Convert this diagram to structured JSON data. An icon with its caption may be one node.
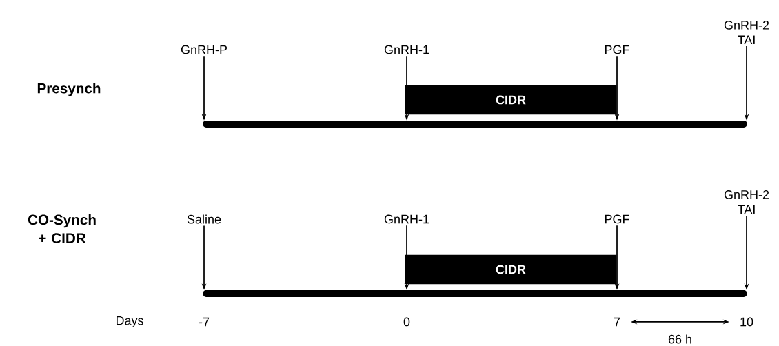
{
  "diagram": {
    "nodes": [
      {
        "text": [
          "GnRH-P"
        ]
      },
      {
        "text": [
          "GnRH-1"
        ]
      },
      {
        "text": [
          "PGF"
        ]
      },
      {
        "text": [
          "GnRH-2 TAI"
        ]
      },
      {
        "text": [
          "CIDR"
        ]
      },
      {
        "text": [],
        "shape": "bar"
      },
      {
        "text": [
          "Saline"
        ]
      },
      {
        "text": [
          "GnRH-1"
        ]
      },
      {
        "text": [
          "PGF"
        ]
      },
      {
        "text": [
          "GnRH-2 TAI"
        ]
      },
      {
        "text": [
          "CIDR"
        ]
      },
      {
        "text": [],
        "shape": "bar"
      },
      {
        "text": [
          "7"
        ]
      },
      {
        "text": [
          "10"
        ]
      }
    ],
    "edges": [
      {
        "from": 0,
        "to": 5,
        "arrow": "to"
      },
      {
        "from": 1,
        "to": 5,
        "arrow": "to"
      },
      {
        "from": 2,
        "to": 5,
        "arrow": "to"
      },
      {
        "from": 3,
        "to": 5,
        "arrow": "to"
      },
      {
        "from": 6,
        "to": 11,
        "arrow": "to"
      },
      {
        "from": 7,
        "to": 11,
        "arrow": "to"
      },
      {
        "from": 8,
        "to": 11,
        "arrow": "to"
      },
      {
        "from": 9,
        "to": 11,
        "arrow": "to"
      },
      {
        "from": 12,
        "to": 13,
        "arrow": "both",
        "label": "66 h"
      }
    ],
    "labels": [
      "Presynch",
      "CO-Synch + CIDR",
      "Days",
      "-7",
      "0"
    ]
  }
}
